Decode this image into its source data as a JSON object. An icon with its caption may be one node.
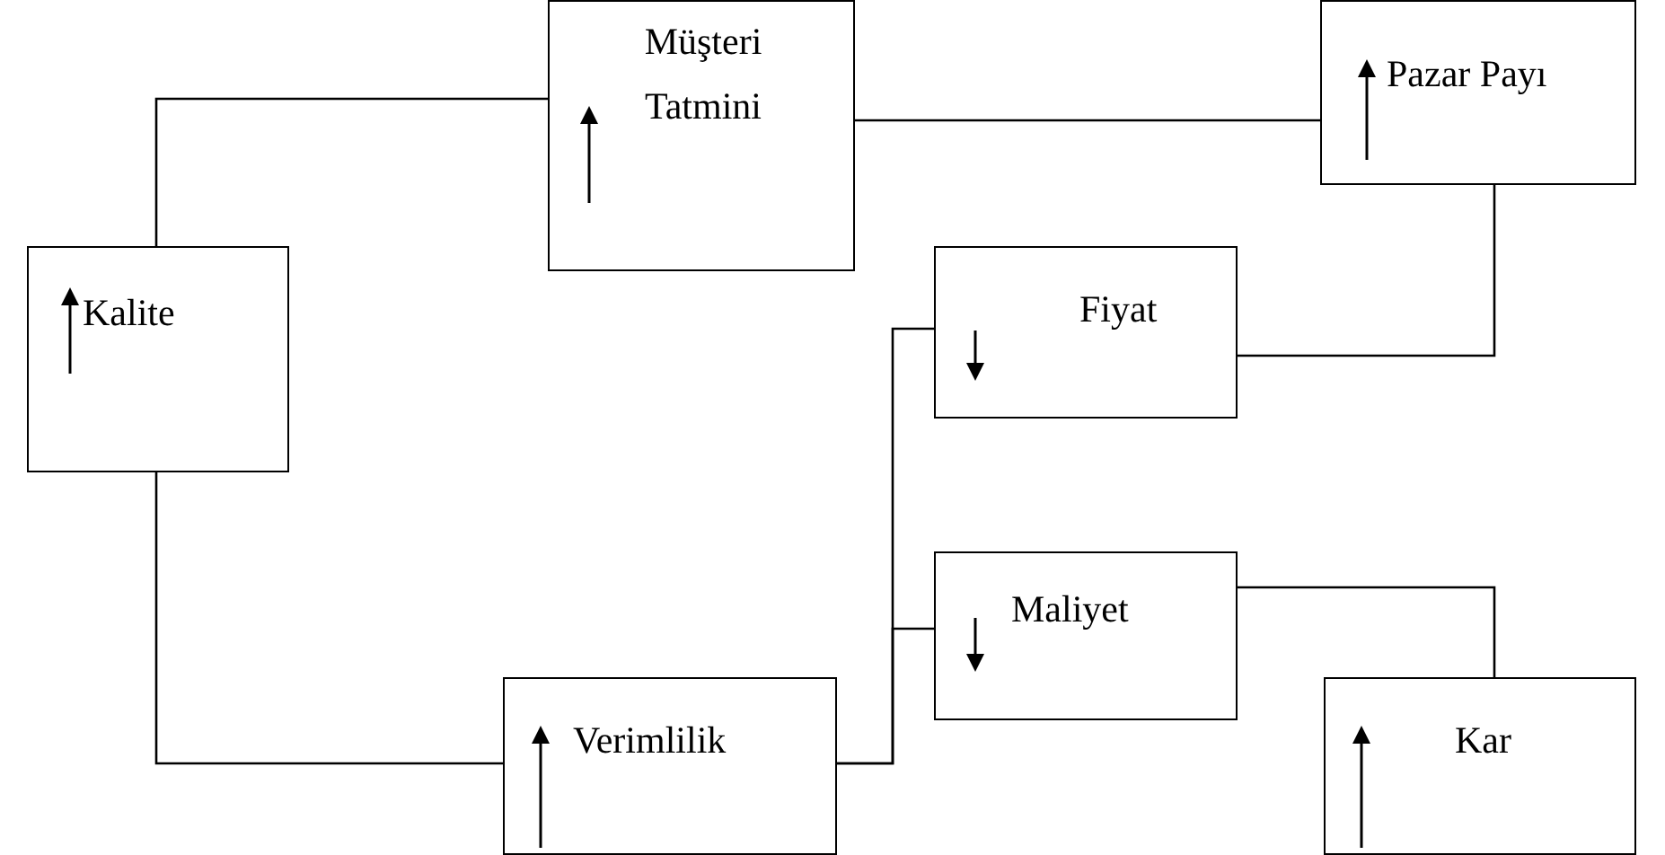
{
  "diagram": {
    "nodes": [
      {
        "text": [
          "Kalite"
        ]
      },
      {
        "text": [
          "Müşteri Tatmini"
        ]
      },
      {
        "text": [
          "Pazar Payı"
        ]
      },
      {
        "text": [
          "Fiyat"
        ]
      },
      {
        "text": [
          "Maliyet"
        ]
      },
      {
        "text": [
          "Verimlilik"
        ]
      },
      {
        "text": [
          "Kar"
        ]
      }
    ],
    "edges": [
      {
        "from": 0,
        "to": 1,
        "arrow": "none"
      },
      {
        "from": 1,
        "to": 2,
        "arrow": "none"
      },
      {
        "from": 2,
        "to": 3,
        "arrow": "none"
      },
      {
        "from": 0,
        "to": 5,
        "arrow": "none"
      },
      {
        "from": 5,
        "to": 3,
        "arrow": "none"
      },
      {
        "from": 5,
        "to": 4,
        "arrow": "none"
      },
      {
        "from": 4,
        "to": 6,
        "arrow": "none"
      }
    ]
  }
}
